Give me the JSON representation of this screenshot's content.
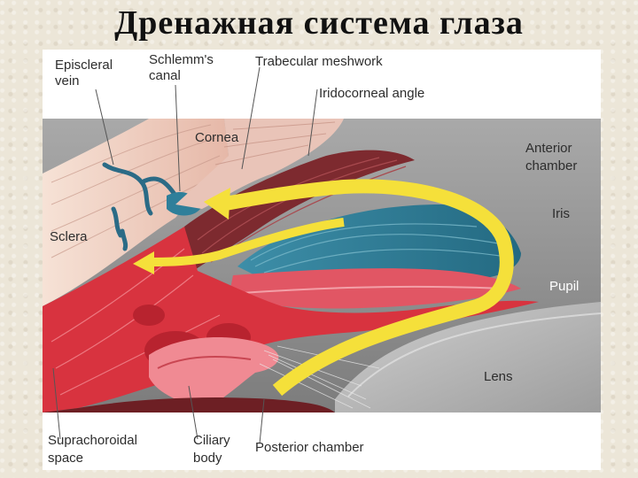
{
  "title": "Дренажная система глаза",
  "labels": {
    "episcleral_vein": [
      "Episcleral",
      "vein"
    ],
    "schlemms_canal": [
      "Schlemm's",
      "canal"
    ],
    "trabecular_meshwork": "Trabecular meshwork",
    "iridocorneal_angle": "Iridocorneal angle",
    "cornea": "Cornea",
    "anterior_chamber": [
      "Anterior",
      "chamber"
    ],
    "iris": "Iris",
    "sclera": "Sclera",
    "pupil": "Pupil",
    "lens": "Lens",
    "suprachoroidal_space": [
      "Suprachoroidal",
      "space"
    ],
    "ciliary_body": [
      "Ciliary",
      "body"
    ],
    "posterior_chamber": "Posterior chamber"
  },
  "colors": {
    "aqueous_flow_arrow": "#f5e03a",
    "sclera": "#f2d6c8",
    "ciliary_muscle": "#d8333f",
    "iris": "#2f7f9a",
    "chamber_grey": "#8f8f8f",
    "lens": "#b5b5b5"
  }
}
